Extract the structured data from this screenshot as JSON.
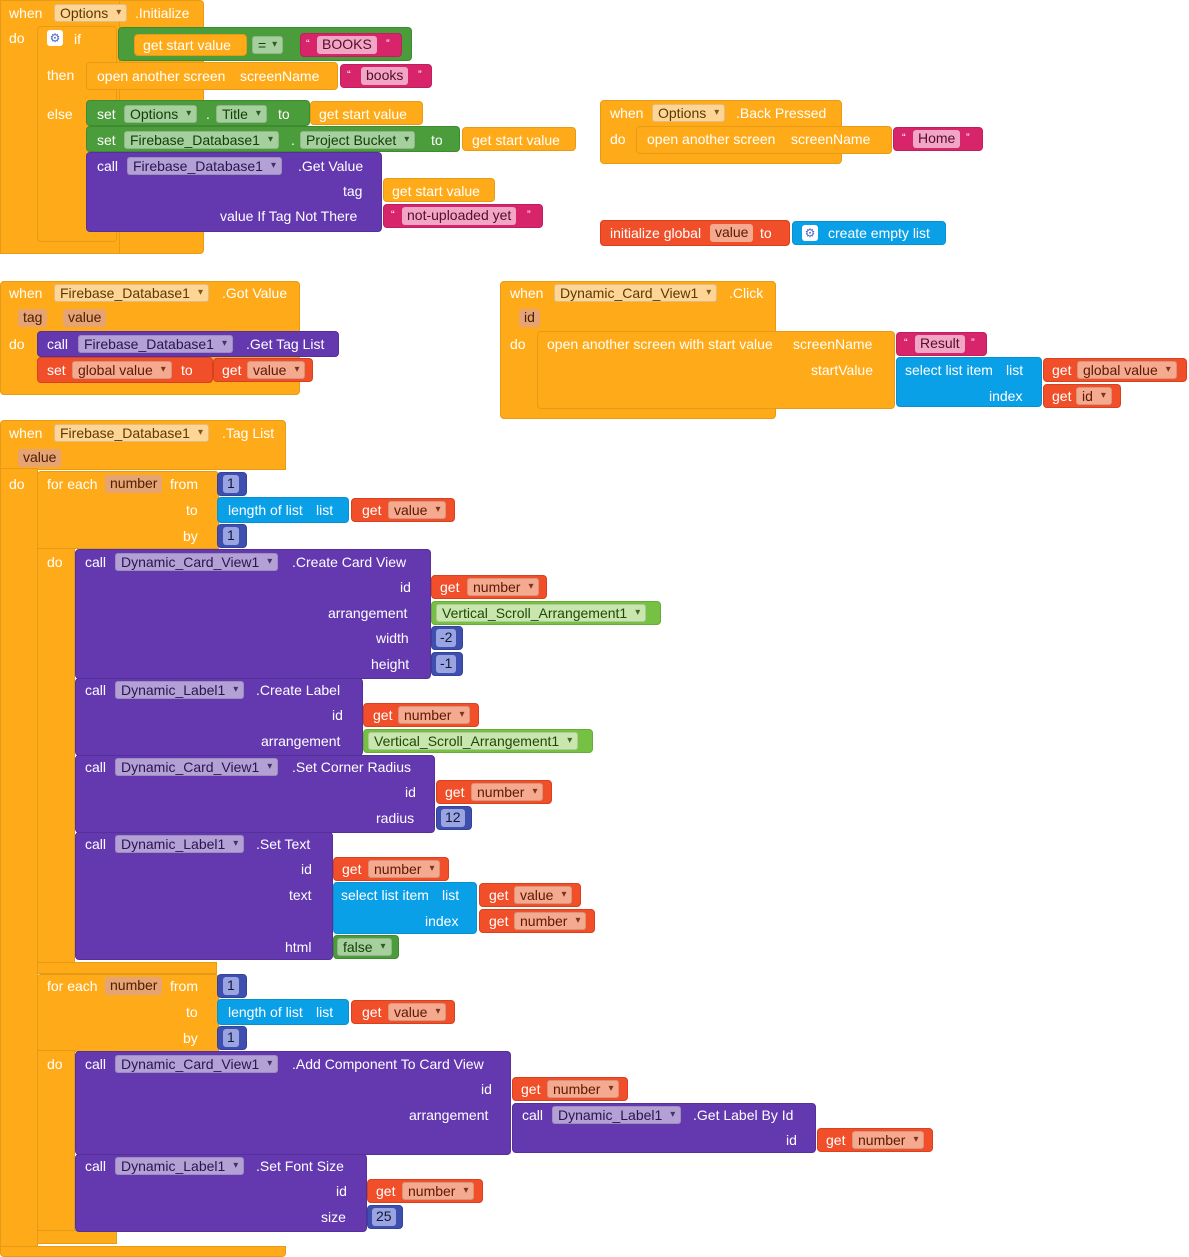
{
  "kw": {
    "when": "when",
    "do": "do",
    "if": "if",
    "then": "then",
    "else": "else",
    "set": "set",
    "to": "to",
    "call": "call",
    "get": "get",
    "dot": ".",
    "from": "from",
    "by": "by",
    "for_each": "for each",
    "initialize_global": "initialize global",
    "open_another_screen": "open another screen",
    "screenName": "screenName",
    "open_with_start": "open another screen with start value",
    "startValue": "startValue",
    "select_list_item": "select list item",
    "list": "list",
    "index": "index",
    "length_of_list": "length of list",
    "create_empty_list": "create empty list",
    "get_start_value": "get start value",
    "id": "id",
    "arrangement": "arrangement",
    "width": "width",
    "height": "height",
    "radius": "radius",
    "text": "text",
    "html": "html",
    "size": "size",
    "tag": "tag",
    "value_if_not_there": "value If Tag Not There"
  },
  "comp": {
    "options": "Options",
    "title": "Title",
    "fdb": "Firebase_Database1",
    "project_bucket": "Project Bucket",
    "dcv": "Dynamic_Card_View1",
    "dl": "Dynamic_Label1",
    "vsa": "Vertical_Scroll_Arrangement1",
    "eq": "="
  },
  "events": {
    "initialize": ".Initialize",
    "back_pressed": ".Back Pressed",
    "got_value": ".Got Value",
    "click": ".Click",
    "tag_list": ".Tag List"
  },
  "methods": {
    "get_value": ".Get Value",
    "get_tag_list": ".Get Tag List",
    "create_card_view": ".Create Card View",
    "create_label": ".Create Label",
    "set_corner_radius": ".Set Corner Radius",
    "set_text": ".Set Text",
    "add_component": ".Add Component To Card View",
    "get_label_by_id": ".Get Label By Id",
    "set_font_size": ".Set Font Size"
  },
  "vars": {
    "value": "value",
    "tag": "tag",
    "id": "id",
    "number": "number",
    "global_value": "global value"
  },
  "strings": {
    "books_upper": "BOOKS",
    "books": "books",
    "home": "Home",
    "not_uploaded": "not-uploaded yet",
    "result": "Result",
    "false": "false",
    "quote": "“",
    "quote_close": "”"
  },
  "numbers": {
    "one": "1",
    "neg2": "-2",
    "neg1": "-1",
    "twelve": "12",
    "twentyfive": "25"
  }
}
